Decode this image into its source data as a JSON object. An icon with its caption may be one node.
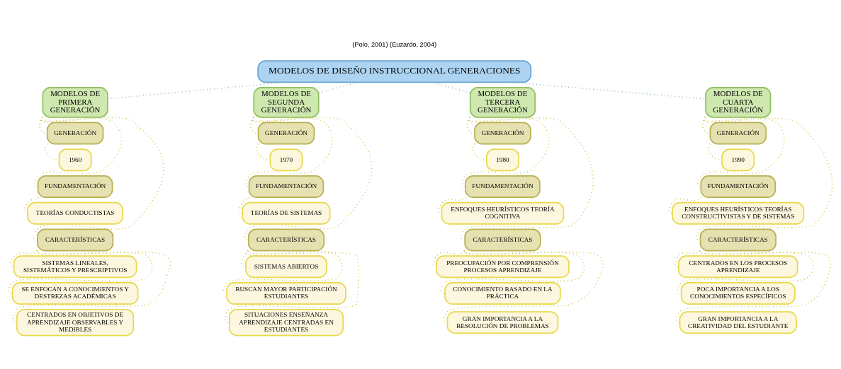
{
  "diagram": {
    "nodes": [
      {
        "text": [
          "MODELOS DE DISEÑO INSTRUCCIONAL GENERACIONES"
        ]
      },
      {
        "text": [
          "MODELOS DE PRIMERA GENERACIÓN"
        ]
      },
      {
        "text": [
          "GENERACIÓN"
        ]
      },
      {
        "text": [
          "1960"
        ]
      },
      {
        "text": [
          "FUNDAMENTACIÓN"
        ]
      },
      {
        "text": [
          "TEORÍAS CONDUCTISTAS"
        ]
      },
      {
        "text": [
          "CARACTERÍSTICAS"
        ]
      },
      {
        "text": [
          "SISTEMAS LINEALES, SISTEMÁTICOS Y PRESCRIPTIVOS"
        ]
      },
      {
        "text": [
          "SE ENFOCAN A CONOCIMIENTOS Y DESTREZAS ACADÉMICAS"
        ]
      },
      {
        "text": [
          "CENTRADOS EN OBJETIVOS DE APRENDIZAJE OBSERVABLES Y MEDIBLES"
        ]
      },
      {
        "text": [
          "MODELOS DE SEGUNDA GENERACIÓN"
        ]
      },
      {
        "text": [
          "GENERACIÓN"
        ]
      },
      {
        "text": [
          "1970"
        ]
      },
      {
        "text": [
          "FUNDAMENTACIÓN"
        ]
      },
      {
        "text": [
          "TEORÍAS DE SISTEMAS"
        ]
      },
      {
        "text": [
          "CARACTERÍSTICAS"
        ]
      },
      {
        "text": [
          "SISTEMAS ABIERTOS"
        ]
      },
      {
        "text": [
          "BUSCAN MAYOR PARTICIPACIÓN ESTUDIANTES"
        ]
      },
      {
        "text": [
          "SITUACIONES ENSEÑANZA APRENDIZAJE CENTRADAS EN ESTUDIANTES"
        ]
      },
      {
        "text": [
          "MODELOS DE TERCERA GENERACIÓN"
        ]
      },
      {
        "text": [
          "GENERACIÓN"
        ]
      },
      {
        "text": [
          "1980"
        ]
      },
      {
        "text": [
          "FUNDAMENTACIÓN"
        ]
      },
      {
        "text": [
          "ENFOQUES HEURÍSTICOS TEORÍA COGNITIVA"
        ]
      },
      {
        "text": [
          "CARACTERÍSTICAS"
        ]
      },
      {
        "text": [
          "PREOCUPACIÓN POR COMPRENSIÓN PROCESOS APRENDIZAJE"
        ]
      },
      {
        "text": [
          "CONOCIMIENTO BASADO EN LA PRÁCTICA"
        ]
      },
      {
        "text": [
          "GRAN IMPORTANCIA A LA RESOLUCIÓN DE PROBLEMAS"
        ]
      },
      {
        "text": [
          "MODELOS DE CUARTA GENERACIÓN"
        ]
      },
      {
        "text": [
          "GENERACIÓN"
        ]
      },
      {
        "text": [
          "1990"
        ]
      },
      {
        "text": [
          "FUNDAMENTACIÓN"
        ]
      },
      {
        "text": [
          "ENFOQUES HEURÍSTICOS TEORÍAS CONSTRUCTIVISTAS Y DE SISTEMAS"
        ]
      },
      {
        "text": [
          "CARACTERÍSTICAS"
        ]
      },
      {
        "text": [
          "CENTRADOS EN LOS PROCESOS APRENDIZAJE"
        ]
      },
      {
        "text": [
          "POCA IMPORTANCIA A LOS CONOCIMIENTOS ESPECÍFICOS"
        ]
      },
      {
        "text": [
          "GRAN IMPORTANCIA A LA CREATIVIDAD DEL ESTUDIANTE"
        ]
      }
    ],
    "edges": [
      {
        "from": 0,
        "to": 1,
        "arrow": "none",
        "color": "#7fb0d0"
      },
      {
        "from": 1,
        "to": 2,
        "arrow": "none"
      },
      {
        "from": 2,
        "to": 3,
        "arrow": "none"
      },
      {
        "from": 1,
        "to": 4,
        "arrow": "none"
      },
      {
        "from": 4,
        "to": 5,
        "arrow": "none"
      },
      {
        "from": 1,
        "to": 6,
        "arrow": "none"
      },
      {
        "from": 6,
        "to": 7,
        "arrow": "none"
      },
      {
        "from": 6,
        "to": 8,
        "arrow": "none"
      },
      {
        "from": 6,
        "to": 9,
        "arrow": "none"
      },
      {
        "from": 0,
        "to": 10,
        "arrow": "none",
        "color": "#7fb0d0"
      },
      {
        "from": 10,
        "to": 11,
        "arrow": "none"
      },
      {
        "from": 11,
        "to": 12,
        "arrow": "none"
      },
      {
        "from": 10,
        "to": 13,
        "arrow": "none"
      },
      {
        "from": 13,
        "to": 14,
        "arrow": "none"
      },
      {
        "from": 10,
        "to": 15,
        "arrow": "none"
      },
      {
        "from": 15,
        "to": 16,
        "arrow": "none"
      },
      {
        "from": 15,
        "to": 17,
        "arrow": "none"
      },
      {
        "from": 15,
        "to": 18,
        "arrow": "none"
      },
      {
        "from": 0,
        "to": 19,
        "arrow": "none",
        "color": "#7fb0d0"
      },
      {
        "from": 19,
        "to": 20,
        "arrow": "none"
      },
      {
        "from": 20,
        "to": 21,
        "arrow": "none"
      },
      {
        "from": 19,
        "to": 22,
        "arrow": "none"
      },
      {
        "from": 22,
        "to": 23,
        "arrow": "none"
      },
      {
        "from": 19,
        "to": 24,
        "arrow": "none"
      },
      {
        "from": 24,
        "to": 25,
        "arrow": "none"
      },
      {
        "from": 24,
        "to": 26,
        "arrow": "none"
      },
      {
        "from": 24,
        "to": 27,
        "arrow": "none"
      },
      {
        "from": 0,
        "to": 28,
        "arrow": "none",
        "color": "#7fb0d0"
      },
      {
        "from": 28,
        "to": 29,
        "arrow": "none"
      },
      {
        "from": 29,
        "to": 30,
        "arrow": "none"
      },
      {
        "from": 28,
        "to": 31,
        "arrow": "none"
      },
      {
        "from": 31,
        "to": 32,
        "arrow": "none"
      },
      {
        "from": 28,
        "to": 33,
        "arrow": "none"
      },
      {
        "from": 33,
        "to": 34,
        "arrow": "none"
      },
      {
        "from": 33,
        "to": 35,
        "arrow": "none"
      },
      {
        "from": 33,
        "to": 36,
        "arrow": "none"
      }
    ],
    "labels": [
      "(Polo, 2001) (Euzardo, 2004)"
    ]
  }
}
